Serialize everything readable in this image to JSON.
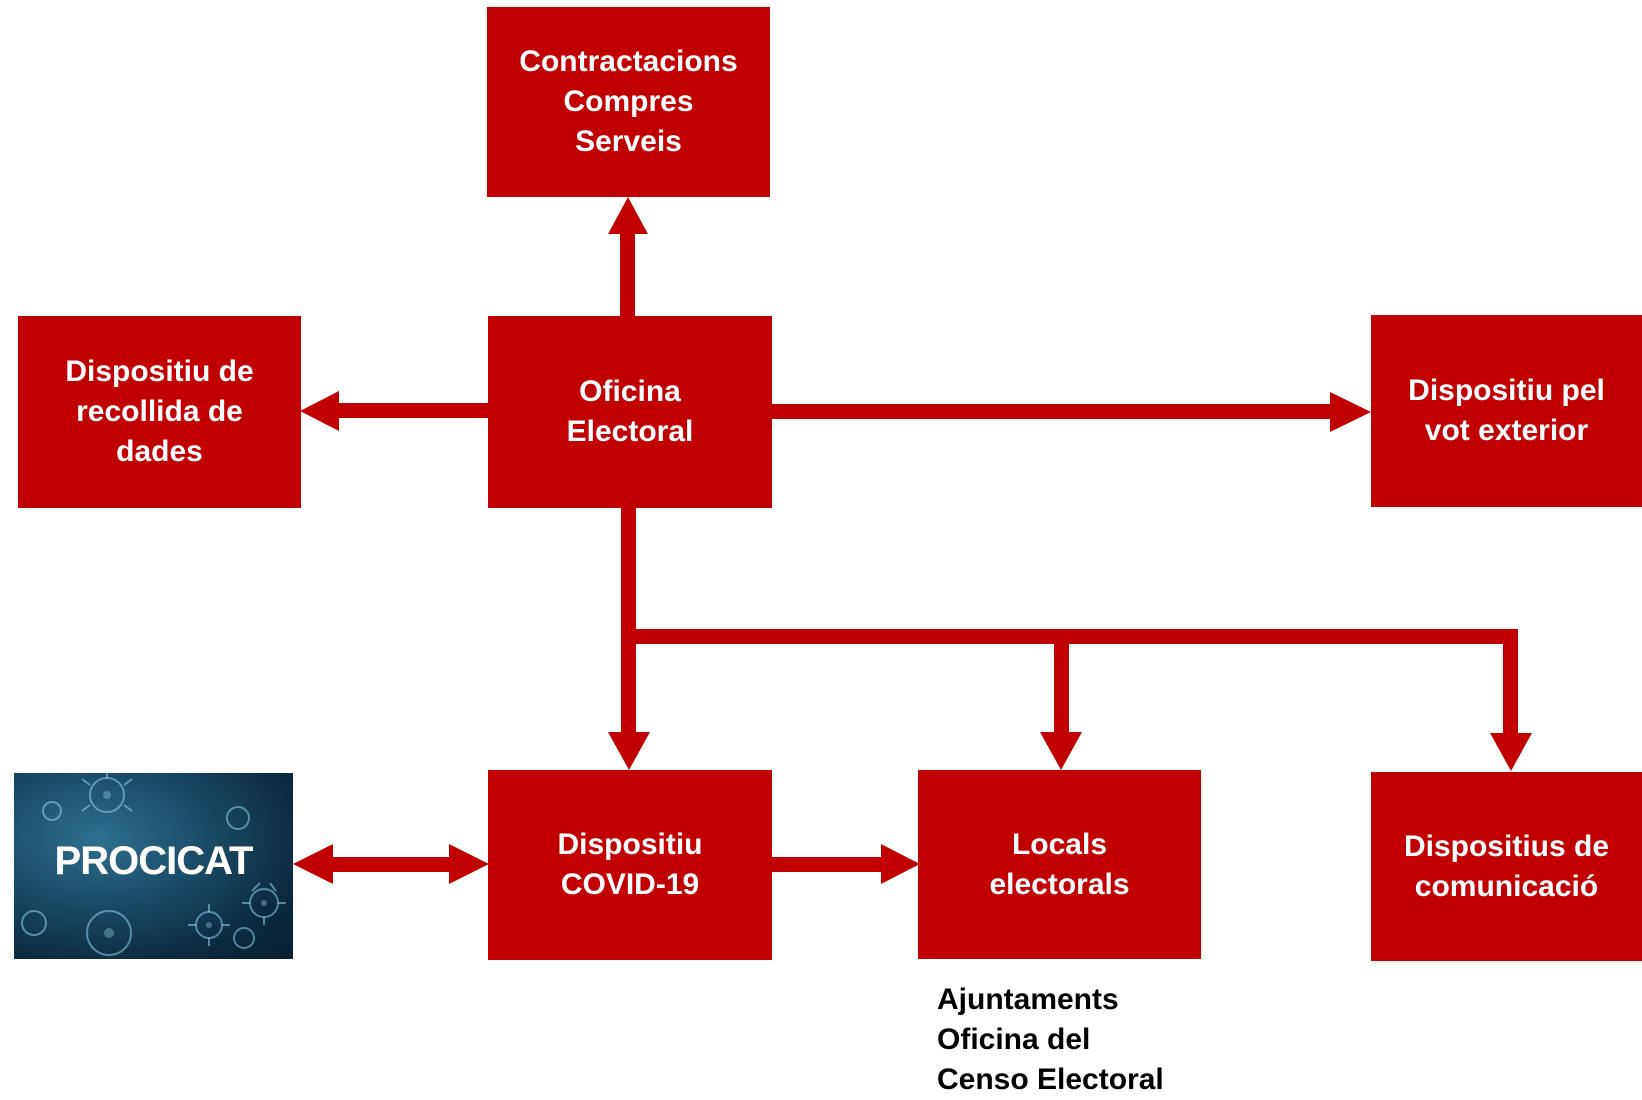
{
  "diagram": {
    "colors": {
      "box_fill": "#c00000",
      "box_text": "#ffffff",
      "connector": "#c00000",
      "note_text": "#000000"
    },
    "nodes": {
      "contractacions": {
        "lines": [
          "Contractacions",
          "Compres",
          "Serveis"
        ]
      },
      "oficina": {
        "lines": [
          "Oficina",
          "Electoral"
        ]
      },
      "recollida": {
        "lines": [
          "Dispositiu de",
          "recollida de",
          "dades"
        ]
      },
      "vot_exterior": {
        "lines": [
          "Dispositiu pel",
          "vot exterior"
        ]
      },
      "covid": {
        "lines": [
          "Dispositiu",
          "COVID-19"
        ]
      },
      "locals": {
        "lines": [
          "Locals",
          "electorals"
        ]
      },
      "comunicacio": {
        "lines": [
          "Dispositius de",
          "comunicació"
        ]
      }
    },
    "procicat": {
      "label": "PROCICAT"
    },
    "note": {
      "lines": [
        "Ajuntaments",
        "Oficina del",
        "Censo Electoral"
      ]
    }
  }
}
